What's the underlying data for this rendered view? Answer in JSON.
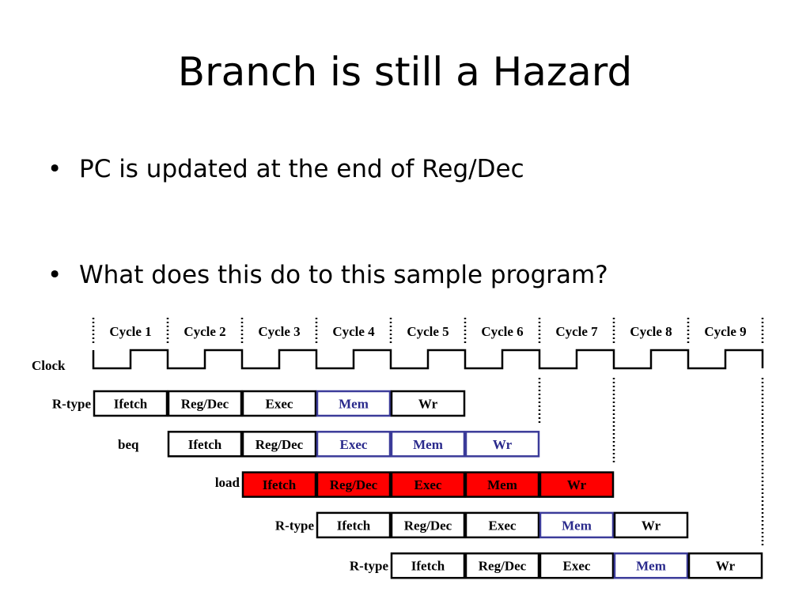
{
  "title": "Branch is still a Hazard",
  "bullets": [
    "PC is updated at the end of Reg/Dec",
    "What does this do to this sample program?"
  ],
  "diagram": {
    "cycles": [
      "Cycle 1",
      "Cycle 2",
      "Cycle 3",
      "Cycle 4",
      "Cycle 5",
      "Cycle 6",
      "Cycle 7",
      "Cycle 8",
      "Cycle 9"
    ],
    "clock_label": "Clock",
    "colors": {
      "normal": "#000000",
      "blue_outline": "#3b3b99",
      "blue_text": "#2a2a8c",
      "red_fill": "#ff0000"
    },
    "instructions": [
      {
        "label": "R-type",
        "start": 0,
        "stages": [
          {
            "text": "Ifetch",
            "style": "normal"
          },
          {
            "text": "Reg/Dec",
            "style": "normal"
          },
          {
            "text": "Exec",
            "style": "normal"
          },
          {
            "text": "Mem",
            "style": "blue"
          },
          {
            "text": "Wr",
            "style": "normal"
          }
        ]
      },
      {
        "label": "beq",
        "start": 1,
        "stages": [
          {
            "text": "Ifetch",
            "style": "normal"
          },
          {
            "text": "Reg/Dec",
            "style": "normal"
          },
          {
            "text": "Exec",
            "style": "blue"
          },
          {
            "text": "Mem",
            "style": "blue"
          },
          {
            "text": "Wr",
            "style": "blue"
          }
        ]
      },
      {
        "label": "load",
        "start": 2,
        "stages": [
          {
            "text": "Ifetch",
            "style": "red"
          },
          {
            "text": "Reg/Dec",
            "style": "red"
          },
          {
            "text": "Exec",
            "style": "red"
          },
          {
            "text": "Mem",
            "style": "red"
          },
          {
            "text": "Wr",
            "style": "red"
          }
        ]
      },
      {
        "label": "R-type",
        "start": 3,
        "stages": [
          {
            "text": "Ifetch",
            "style": "normal"
          },
          {
            "text": "Reg/Dec",
            "style": "normal"
          },
          {
            "text": "Exec",
            "style": "normal"
          },
          {
            "text": "Mem",
            "style": "blue"
          },
          {
            "text": "Wr",
            "style": "normal"
          }
        ]
      },
      {
        "label": "R-type",
        "start": 4,
        "stages": [
          {
            "text": "Ifetch",
            "style": "normal"
          },
          {
            "text": "Reg/Dec",
            "style": "normal"
          },
          {
            "text": "Exec",
            "style": "normal"
          },
          {
            "text": "Mem",
            "style": "blue"
          },
          {
            "text": "Wr",
            "style": "normal"
          }
        ]
      }
    ]
  }
}
